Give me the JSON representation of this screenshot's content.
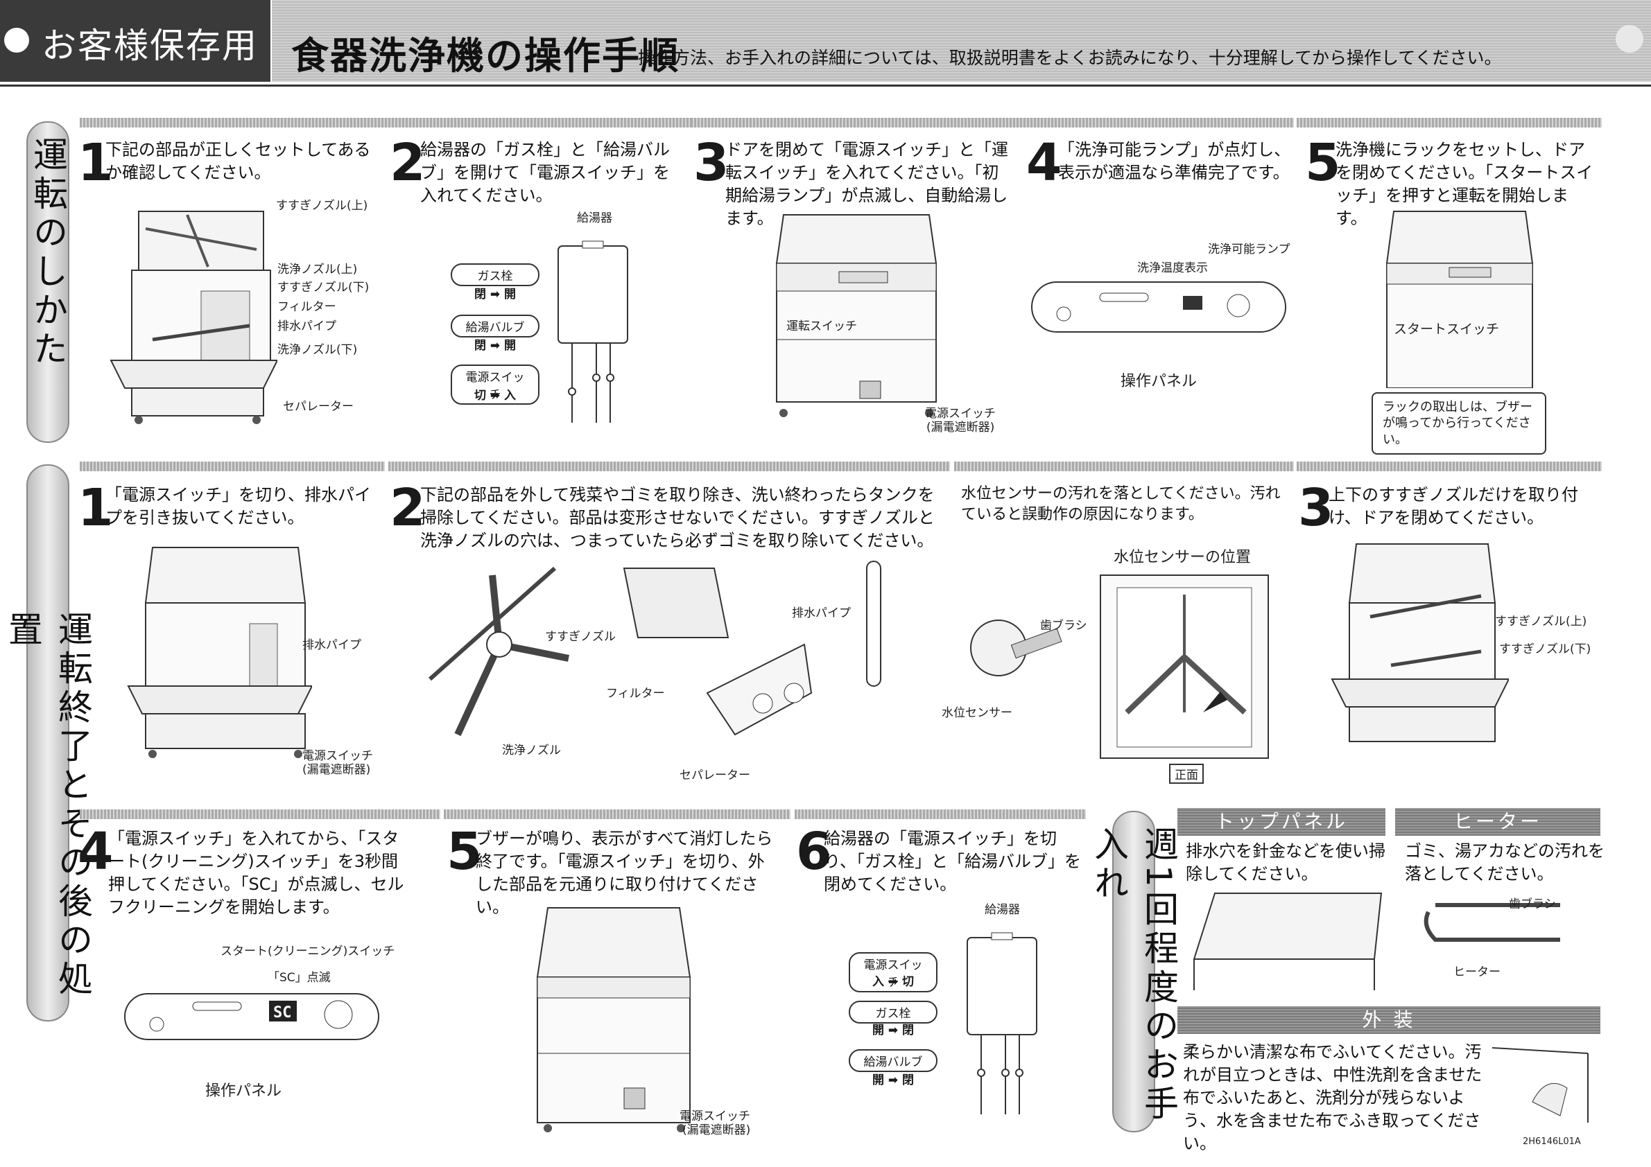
{
  "header": {
    "badge": "お客様保存用",
    "title": "食器洗浄機の操作手順",
    "subtitle": "操作方法、お手入れの詳細については、取扱説明書をよくお読みになり、十分理解してから操作してください。"
  },
  "sections": {
    "operation": "運転のしかた",
    "after": "運転終了とその後の処置",
    "weekly": "週1回程度のお手入れ"
  },
  "operation": {
    "step1": {
      "num": "1",
      "text": "下記の部品が正しくセットしてあるか確認してください。",
      "labels": [
        "すすぎノズル(上)",
        "洗浄ノズル(上)",
        "すすぎノズル(下)",
        "フィルター",
        "排水パイプ",
        "洗浄ノズル(下)",
        "セパレーター"
      ]
    },
    "step2": {
      "num": "2",
      "text": "給湯器の「ガス栓」と「給湯バルブ」を開けて「電源スイッチ」を入れてください。",
      "heater": "給湯器",
      "pills": [
        {
          "label": "ガス栓",
          "action": "閉 ➡ 開"
        },
        {
          "label": "給湯バルブ",
          "action": "閉 ➡ 開"
        },
        {
          "label": "電源スイッチ",
          "action": "切 ➡ 入"
        }
      ]
    },
    "step3": {
      "num": "3",
      "text": "ドアを閉めて「電源スイッチ」と「運転スイッチ」を入れてください。「初期給湯ランプ」が点滅し、自動給湯します。",
      "run_switch": "運転スイッチ",
      "power_switch": "電源スイッチ",
      "breaker": "(漏電遮断器)"
    },
    "step4": {
      "num": "4",
      "text": "「洗浄可能ランプ」が点灯し、表示が適温なら準備完了です。",
      "lamp": "洗浄可能ランプ",
      "temp": "洗浄温度表示",
      "panel": "操作パネル"
    },
    "step5": {
      "num": "5",
      "text": "洗浄機にラックをセットし、ドアを閉めてください。「スタートスイッチ」を押すと運転を開始します。",
      "start": "スタートスイッチ",
      "note": "ラックの取出しは、ブザーが鳴ってから行ってください。"
    }
  },
  "after": {
    "step1": {
      "num": "1",
      "text": "「電源スイッチ」を切り、排水パイプを引き抜いてください。",
      "drain": "排水パイプ",
      "power": "電源スイッチ",
      "breaker": "(漏電遮断器)"
    },
    "step2": {
      "num": "2",
      "text": "下記の部品を外して残菜やゴミを取り除き、洗い終わったらタンクを掃除してください。部品は変形させないでください。すすぎノズルと洗浄ノズルの穴は、つまっていたら必ずゴミを取り除いてください。",
      "rinse": "すすぎノズル",
      "filter": "フィルター",
      "drain": "排水パイプ",
      "wash": "洗浄ノズル",
      "separator": "セパレーター"
    },
    "sensor": {
      "text": "水位センサーの汚れを落としてください。汚れていると誤動作の原因になります。",
      "title": "水位センサーの位置",
      "brush": "歯ブラシ",
      "sensor": "水位センサー",
      "front": "正面"
    },
    "step3": {
      "num": "3",
      "text": "上下のすすぎノズルだけを取り付け、ドアを閉めてください。",
      "upper": "すすぎノズル(上)",
      "lower": "すすぎノズル(下)"
    },
    "step4": {
      "num": "4",
      "text": "「電源スイッチ」を入れてから、「スタート(クリーニング)スイッチ」を3秒間押してください。「SC」が点滅し、セルフクリーニングを開始します。",
      "start": "スタート(クリーニング)スイッチ",
      "sc": "「SC」点滅",
      "panel": "操作パネル"
    },
    "step5": {
      "num": "5",
      "text": "ブザーが鳴り、表示がすべて消灯したら終了です。「電源スイッチ」を切り、外した部品を元通りに取り付けてください。",
      "power": "電源スイッチ",
      "breaker": "(漏電遮断器)"
    },
    "step6": {
      "num": "6",
      "text": "給湯器の「電源スイッチ」を切り、「ガス栓」と「給湯バルブ」を閉めてください。",
      "heater": "給湯器",
      "pills": [
        {
          "label": "電源スイッチ",
          "action": "入 ➡ 切"
        },
        {
          "label": "ガス栓",
          "action": "開 ➡ 閉"
        },
        {
          "label": "給湯バルブ",
          "action": "開 ➡ 閉"
        }
      ]
    }
  },
  "weekly": {
    "top": {
      "title": "トップパネル",
      "text": "排水穴を針金などを使い掃除してください。"
    },
    "heater": {
      "title": "ヒーター",
      "text": "ゴミ、湯アカなどの汚れを落としてください。",
      "brush": "歯ブラシ",
      "heater": "ヒーター"
    },
    "exterior": {
      "title": "外 装",
      "text": "柔らかい清潔な布でふいてください。汚れが目立つときは、中性洗剤を含ませた布でふいたあと、洗剤分が残らないよう、水を含ませた布でふき取ってください。"
    }
  },
  "doc_code": "2H6146L01A"
}
